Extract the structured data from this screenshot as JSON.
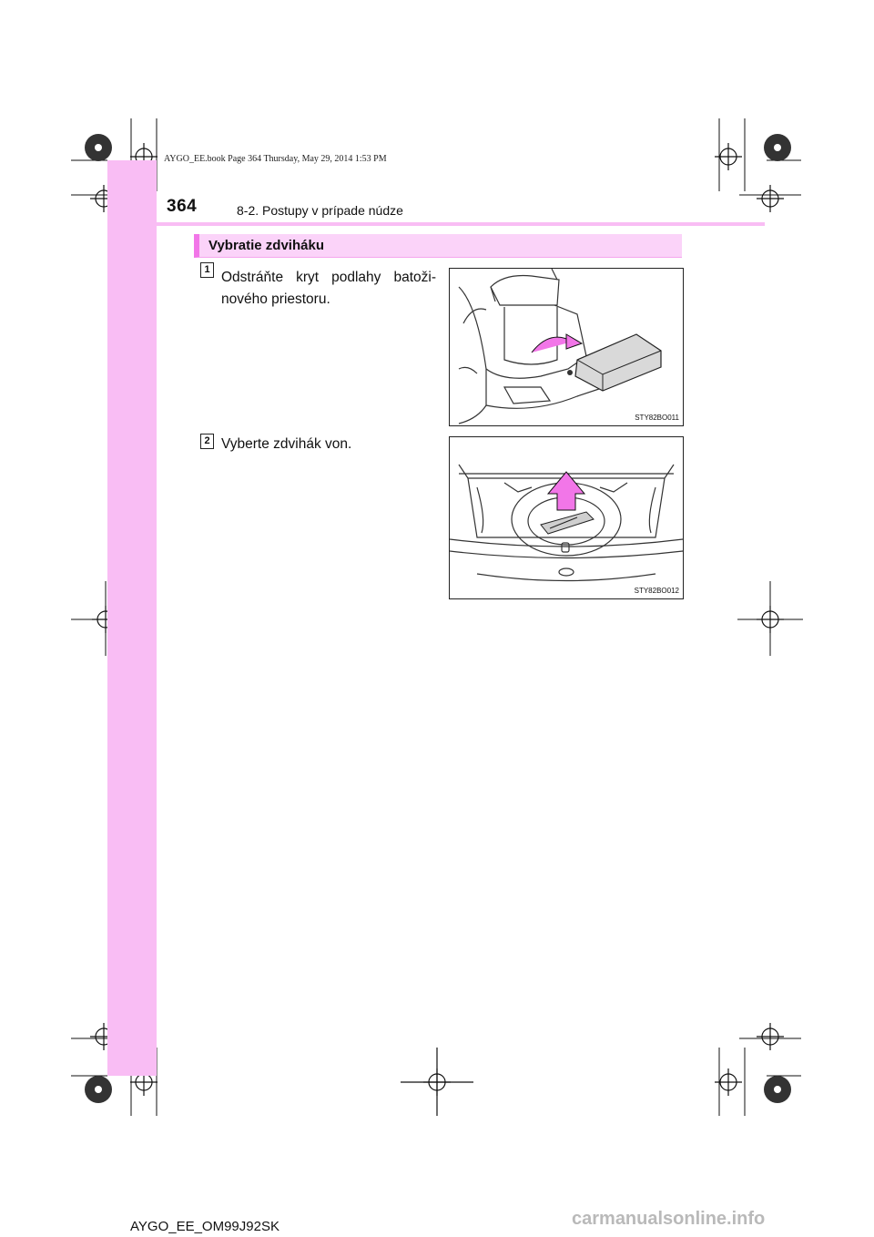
{
  "book_info": "AYGO_EE.book  Page 364  Thursday, May 29, 2014  1:53 PM",
  "page_number": "364",
  "section_title": "8-2. Postupy v prípade núdze",
  "heading": "Vybratie zdviháku",
  "steps": [
    {
      "number": "1",
      "text": "Odstráňte kryt podlahy batoži-nového priestoru.",
      "figure_code": "STY82BO011"
    },
    {
      "number": "2",
      "text": "Vyberte zdvihák von.",
      "figure_code": "STY82BO012"
    }
  ],
  "footer_code": "AYGO_EE_OM99J92SK",
  "watermark": "carmanualsonline.info",
  "colors": {
    "accent": "#f9bdf4",
    "heading_bg": "#fbd3f9",
    "arrow": "#f276e8"
  }
}
